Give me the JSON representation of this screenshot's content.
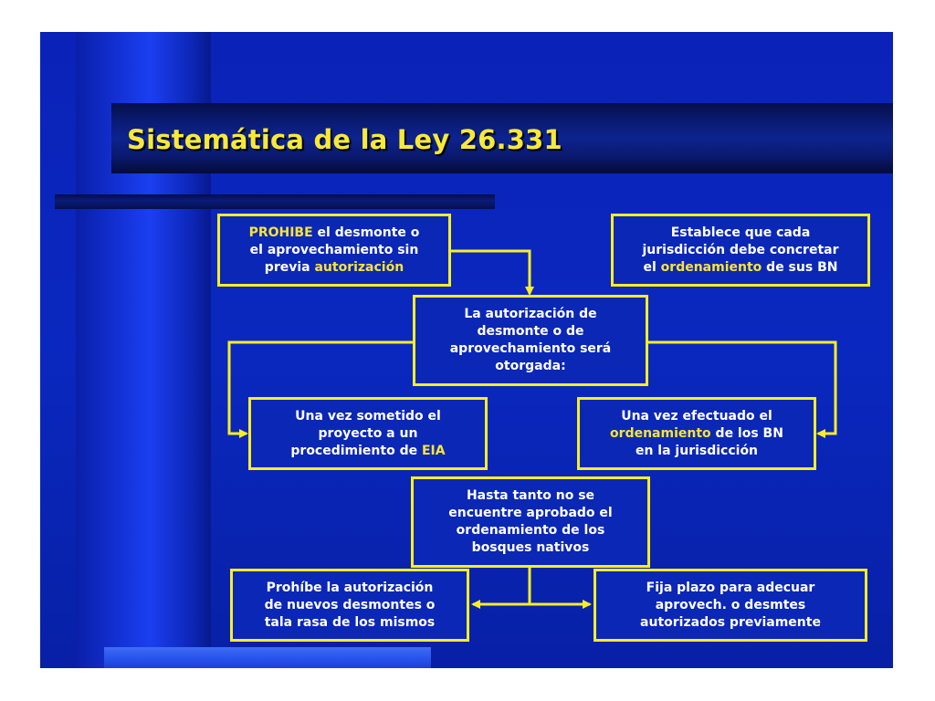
{
  "slide": {
    "title": "Sistemática de la Ley 26.331"
  },
  "colors": {
    "background": "#0b27b6",
    "box_border": "#f8ee26",
    "highlight_text": "#f8e437",
    "body_text": "#ffffff",
    "title_text": "#f7e93a"
  },
  "boxes": {
    "prohibe": {
      "line1_hl": "PROHIBE",
      "line1": " el desmonte o",
      "line2": "el aprovechamiento sin",
      "line3": "previa ",
      "line3_hl": "autorización"
    },
    "establece": {
      "line1": "Establece que cada",
      "line2": "jurisdicción debe concretar",
      "line3": "el ",
      "line3_hl": "ordenamiento",
      "line3_end": " de sus BN"
    },
    "autorizacion": {
      "line1": "La autorización de",
      "line2": "desmonte o de",
      "line3": "aprovechamiento será",
      "line4": "otorgada:"
    },
    "sometido": {
      "line1": "Una vez sometido el",
      "line2": "proyecto a un",
      "line3": "procedimiento de ",
      "line3_hl": "EIA"
    },
    "efectuado": {
      "line1": "Una vez efectuado el",
      "line2_hl": "ordenamiento",
      "line2": " de los BN",
      "line3": "en la jurisdicción"
    },
    "hasta": {
      "line1": "Hasta tanto no se",
      "line2": "encuentre aprobado el",
      "line3": "ordenamiento de los",
      "line4": "bosques nativos"
    },
    "prohibe_nuevos": {
      "line1": "Prohíbe la autorización",
      "line2": "de nuevos desmontes o",
      "line3": "tala rasa de los mismos"
    },
    "fija": {
      "line1": "Fija plazo para adecuar",
      "line2": "aprovech. o desmtes",
      "line3": "autorizados previamente"
    }
  }
}
